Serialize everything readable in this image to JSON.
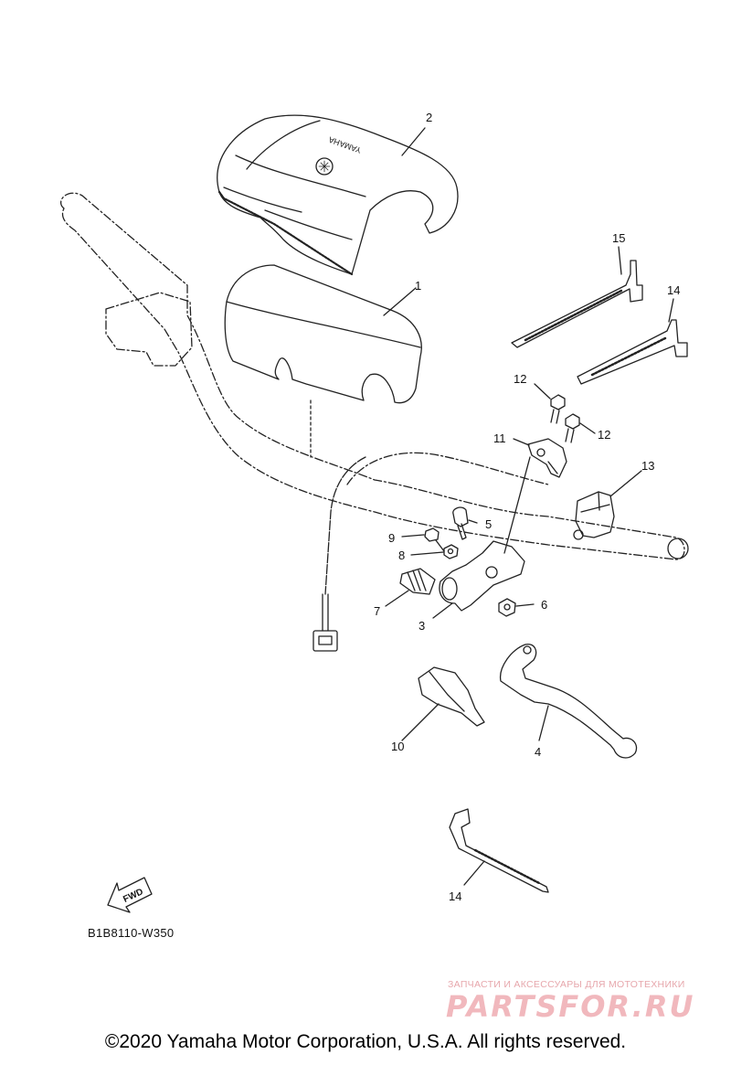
{
  "diagram": {
    "code": "B1B8110-W350",
    "fwd_marker": "FWD",
    "brand_mark": "YAMAHA",
    "part_labels": [
      {
        "id": "label-1",
        "text": "1"
      },
      {
        "id": "label-2",
        "text": "2"
      },
      {
        "id": "label-3",
        "text": "3"
      },
      {
        "id": "label-4",
        "text": "4"
      },
      {
        "id": "label-5",
        "text": "5"
      },
      {
        "id": "label-6",
        "text": "6"
      },
      {
        "id": "label-7",
        "text": "7"
      },
      {
        "id": "label-8",
        "text": "8"
      },
      {
        "id": "label-9",
        "text": "9"
      },
      {
        "id": "label-10",
        "text": "10"
      },
      {
        "id": "label-11",
        "text": "11"
      },
      {
        "id": "label-12a",
        "text": "12"
      },
      {
        "id": "label-12b",
        "text": "12"
      },
      {
        "id": "label-13",
        "text": "13"
      },
      {
        "id": "label-14a",
        "text": "14"
      },
      {
        "id": "label-14b",
        "text": "14"
      },
      {
        "id": "label-15",
        "text": "15"
      }
    ]
  },
  "watermark": {
    "tagline": "ЗАПЧАСТИ И АКСЕССУАРЫ ДЛЯ МОТОТЕХНИКИ",
    "logo": "PARTSFOR.RU",
    "color": "#f1b8bd"
  },
  "footer": {
    "copyright": "©2020 Yamaha Motor Corporation, U.S.A. All rights reserved."
  }
}
